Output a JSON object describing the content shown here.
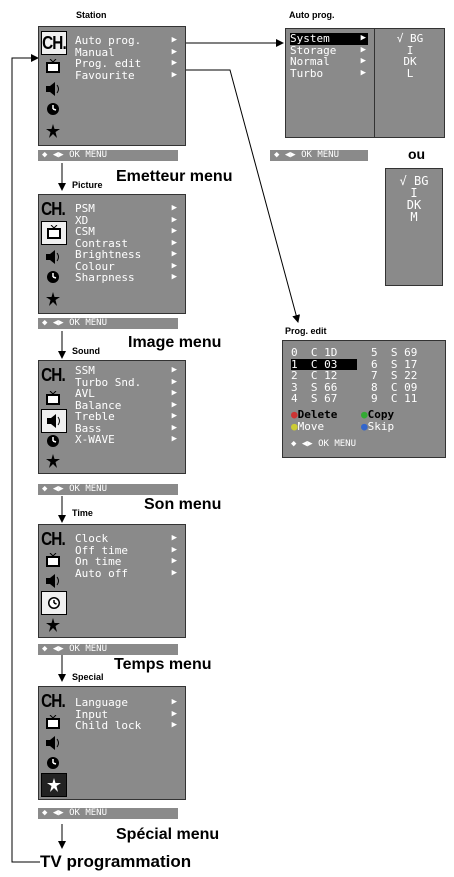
{
  "station": {
    "title": "Station",
    "items": [
      {
        "label": "Auto prog."
      },
      {
        "label": "Manual"
      },
      {
        "label": "Prog. edit"
      },
      {
        "label": "Favourite"
      }
    ],
    "hint": "◆ ◀▶ OK MENU"
  },
  "autoprog": {
    "title": "Auto prog.",
    "items": [
      "System",
      "Storage",
      "Normal",
      "Turbo"
    ],
    "options": [
      "√ BG",
      "I",
      "DK",
      "L"
    ],
    "hint": "◆ ◀▶ OK MENU",
    "ou": "ou",
    "alt_options": [
      "√ BG",
      "I",
      "DK",
      "M"
    ]
  },
  "picture": {
    "title": "Picture",
    "caption": "Emetteur menu",
    "items": [
      "PSM",
      "XD",
      "CSM",
      "Contrast",
      "Brightness",
      "Colour",
      "Sharpness"
    ],
    "hint": "◆ ◀▶ OK MENU"
  },
  "sound": {
    "title": "Sound",
    "caption": "Image menu",
    "items": [
      "SSM",
      "Turbo Snd.",
      "AVL",
      "Balance",
      "Treble",
      "Bass",
      "X-WAVE"
    ],
    "hint": "◆ ◀▶ OK MENU"
  },
  "time": {
    "title": "Time",
    "caption": "Son menu",
    "items": [
      "Clock",
      "Off time",
      "On time",
      "Auto off"
    ],
    "hint": "◆ ◀▶ OK MENU"
  },
  "special": {
    "title": "Special",
    "caption": "Temps menu",
    "items": [
      "Language",
      "Input",
      "Child lock"
    ],
    "hint": "◆ ◀▶ OK MENU",
    "caption2": "Spécial menu"
  },
  "progedit": {
    "title": "Prog. edit",
    "rows": [
      [
        "0  C 1D",
        "5  S 69"
      ],
      [
        "1  C 03",
        "6  S 17"
      ],
      [
        "2  C 12",
        "7  S 22"
      ],
      [
        "3  S 66",
        "8  C 09"
      ],
      [
        "4  S 67",
        "9  C 11"
      ]
    ],
    "actions": [
      "Delete",
      "Copy",
      "Move",
      "Skip"
    ],
    "hint": "◆ ◀▶ OK MENU"
  },
  "footer": "TV programmation",
  "icons": {
    "ch": "CH."
  }
}
